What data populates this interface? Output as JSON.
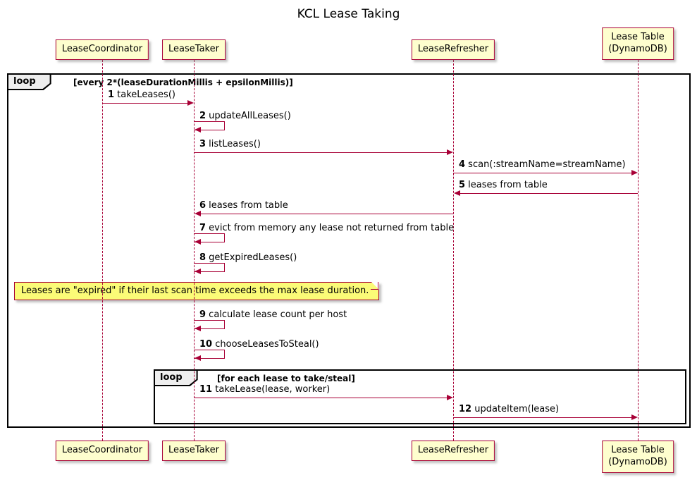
{
  "title": "KCL Lease Taking",
  "participants": [
    {
      "id": "lease-coordinator",
      "lines": [
        "LeaseCoordinator"
      ]
    },
    {
      "id": "lease-taker",
      "lines": [
        "LeaseTaker"
      ]
    },
    {
      "id": "lease-refresher",
      "lines": [
        "LeaseRefresher"
      ]
    },
    {
      "id": "lease-table",
      "lines": [
        "Lease Table",
        "(DynamoDB)"
      ]
    }
  ],
  "outer_loop": {
    "label": "loop",
    "condition": "[every 2*(leaseDurationMillis + epsilonMillis)]"
  },
  "inner_loop": {
    "label": "loop",
    "condition": "[for each lease to take/steal]"
  },
  "note": {
    "text": "Leases are \"expired\" if their last scan time exceeds the max lease duration."
  },
  "messages": [
    {
      "num": "1",
      "text": "takeLeases()"
    },
    {
      "num": "2",
      "text": "updateAllLeases()"
    },
    {
      "num": "3",
      "text": "listLeases()"
    },
    {
      "num": "4",
      "text": "scan(:streamName=streamName)"
    },
    {
      "num": "5",
      "text": "leases from table"
    },
    {
      "num": "6",
      "text": "leases from table"
    },
    {
      "num": "7",
      "text": "evict from memory any lease not returned from table"
    },
    {
      "num": "8",
      "text": "getExpiredLeases()"
    },
    {
      "num": "9",
      "text": "calculate lease count per host"
    },
    {
      "num": "10",
      "text": "chooseLeasesToSteal()"
    },
    {
      "num": "11",
      "text": "takeLease(lease, worker)"
    },
    {
      "num": "12",
      "text": "updateItem(lease)"
    }
  ],
  "colors": {
    "participant_bg": "#FEFECE",
    "line": "#A80036",
    "note_bg": "#FBFB77",
    "frame_border": "#000000"
  }
}
